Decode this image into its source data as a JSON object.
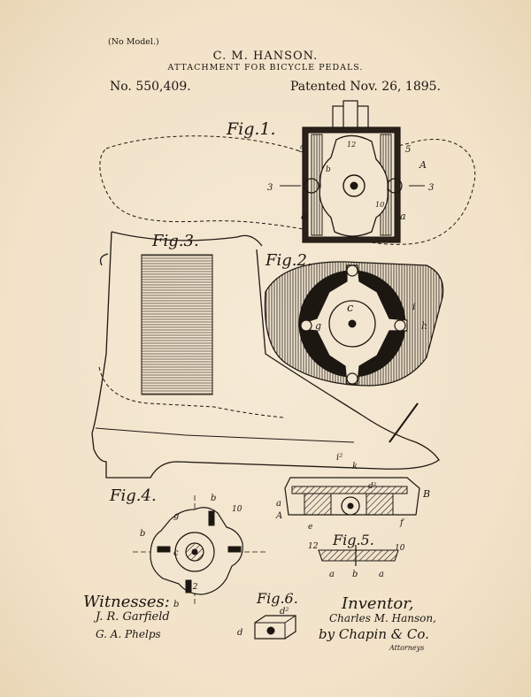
{
  "header": {
    "model_note": "(No Model.)",
    "inventor_heading": "C. M. HANSON.",
    "title": "ATTACHMENT FOR BICYCLE PEDALS.",
    "patent_number": "No. 550,409.",
    "patent_date": "Patented Nov. 26, 1895."
  },
  "figures": {
    "fig1": "Fig.1.",
    "fig2": "Fig.2.",
    "fig3": "Fig.3.",
    "fig4": "Fig.4.",
    "fig5": "Fig.5.",
    "fig6": "Fig.6."
  },
  "labels": {
    "three": "3",
    "five": "5",
    "a": "a",
    "A": "A",
    "b": "b",
    "c": "c",
    "d": "d",
    "d2": "d²",
    "e": "e",
    "f": "f",
    "g": "g",
    "h": "h",
    "i": "i",
    "i2": "i²",
    "k": "k",
    "B": "B",
    "ten": "10",
    "twelve": "12"
  },
  "footer": {
    "witnesses_label": "Witnesses:",
    "witness_1": "J. R. Garfield",
    "witness_2": "G. A. Phelps",
    "inventor_label": "Inventor,",
    "inventor_name": "Charles M. Hanson,",
    "by_line": "by Chapin & Co.",
    "attorneys": "Attorneys"
  },
  "colors": {
    "paper": "#f3e6d0",
    "ink": "#1d1712"
  }
}
